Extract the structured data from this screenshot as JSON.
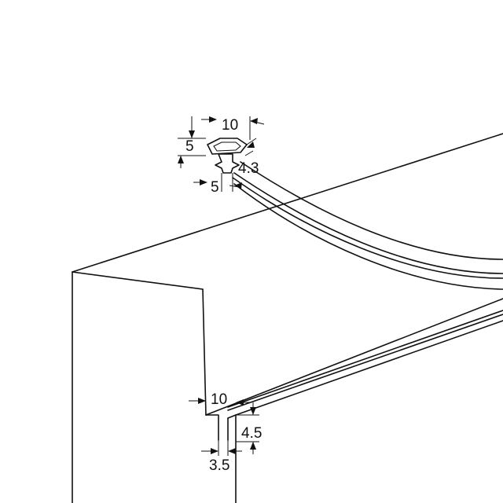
{
  "seal_profile": {
    "dimensions": {
      "width": "10",
      "height": "5",
      "lip_thickness": "4.3",
      "foot_width": "5"
    }
  },
  "mounting_groove": {
    "dimensions": {
      "width": "10",
      "depth": "4.5",
      "gap": "3.5"
    }
  },
  "colors": {
    "line": "#111111",
    "background": "#ffffff"
  }
}
